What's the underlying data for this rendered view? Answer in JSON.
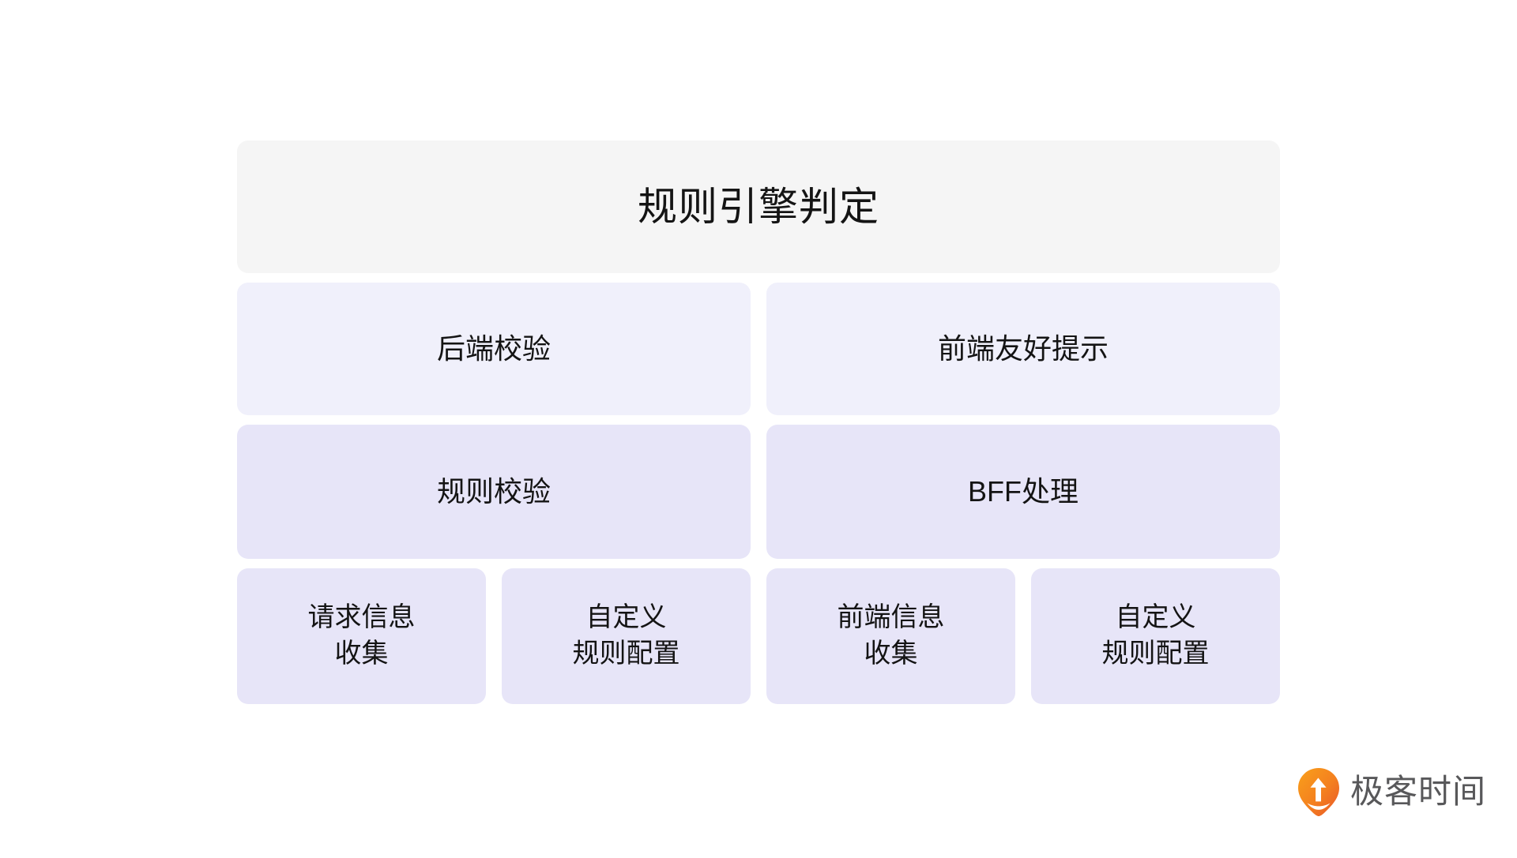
{
  "diagram": {
    "type": "hierarchy-block-diagram",
    "title": "规则引擎判定",
    "title_bg": "#f5f5f5",
    "level_colors": {
      "level1": "#f0f0fb",
      "level2": "#e7e5f8",
      "level3": "#e7e5f8"
    },
    "columns": [
      {
        "name": "backend",
        "level1": "后端校验",
        "level2": "规则校验",
        "level3": [
          "请求信息\n收集",
          "自定义\n规则配置"
        ]
      },
      {
        "name": "frontend",
        "level1": "前端友好提示",
        "level2": "BFF处理",
        "level3": [
          "前端信息\n收集",
          "自定义\n规则配置"
        ]
      }
    ]
  },
  "watermark": {
    "brand": "极客时间",
    "icon": "geektime-pin-logo",
    "icon_color_start": "#f7941e",
    "icon_color_end": "#e8562a",
    "text_color": "#58585a"
  }
}
